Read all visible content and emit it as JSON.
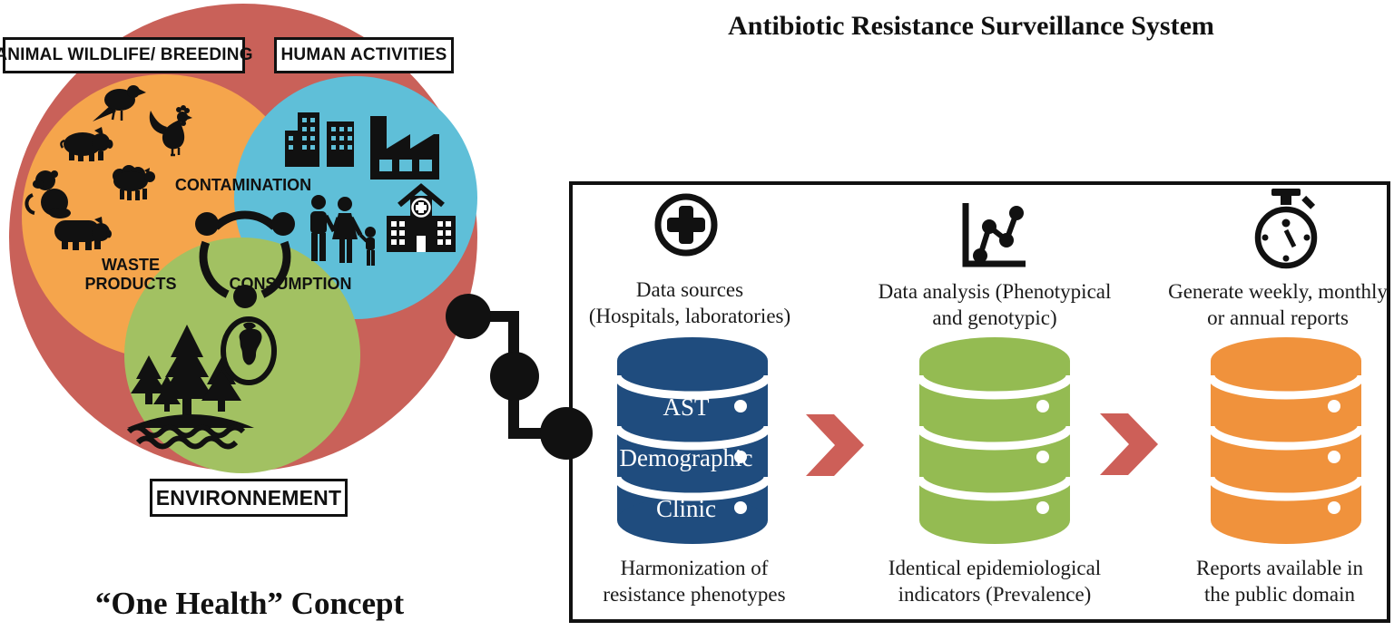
{
  "left_panel": {
    "caption": "“One Health” Concept",
    "region_labels": {
      "animal": "ANIMAL WILDLIFE/ BREEDING",
      "human": "HUMAN ACTIVITIES",
      "environment": "ENVIRONNEMENT"
    },
    "flow_labels": {
      "contamination": "CONTAMINATION",
      "waste_line1": "WASTE",
      "waste_line2": "PRODUCTS",
      "consumption": "CONSUMPTION"
    },
    "colors": {
      "one_health_circle": "#C96159",
      "animal_circle": "#F5A54C",
      "human_circle": "#5FBFD8",
      "environment_circle": "#A2C162"
    }
  },
  "right_panel": {
    "title": "Antibiotic Resistance Surveillance System",
    "arrow_color": "#CD5F58",
    "columns": [
      {
        "icon": "medical-cross-icon",
        "heading_line1": "Data sources",
        "heading_line2": "(Hospitals, laboratories)",
        "db_color": "#1F4C7E",
        "db_labels": [
          "AST",
          "Demographic",
          "Clinic"
        ],
        "caption_line1": "Harmonization of",
        "caption_line2": "resistance phenotypes"
      },
      {
        "icon": "line-chart-icon",
        "heading_line1": "Data analysis (Phenotypical",
        "heading_line2": "and genotypic)",
        "db_color": "#94BB52",
        "db_labels": [
          "",
          "",
          ""
        ],
        "caption_line1": "Identical epidemiological",
        "caption_line2": "indicators (Prevalence)"
      },
      {
        "icon": "stopwatch-icon",
        "heading_line1": "Generate weekly, monthly",
        "heading_line2": "or annual reports",
        "db_color": "#F0923C",
        "db_labels": [
          "",
          "",
          ""
        ],
        "caption_line1": "Reports available in",
        "caption_line2": "the public domain"
      }
    ]
  }
}
